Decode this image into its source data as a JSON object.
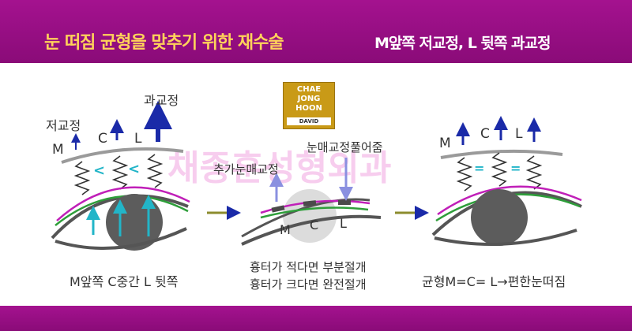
{
  "header": {
    "title": "눈 떠짐 균형을 맞추기 위한 재수술",
    "subtitle": "M앞쪽 저교정, L 뒷쪽 과교정"
  },
  "logo": {
    "line1": "CHAE",
    "line2": "JONG",
    "line3": "HOON",
    "line4": "DAVID"
  },
  "watermark": "채종훈성형외과",
  "panel1": {
    "label_under": "저교정",
    "label_over": "과교정",
    "m": "M",
    "c": "C",
    "l": "L",
    "less1": "<",
    "less2": "<",
    "caption": "M앞쪽 C중간 L 뒷쪽"
  },
  "panel2": {
    "label_add": "추가눈매교정",
    "label_release": "눈매교정풀어줌",
    "m": "M",
    "c": "C",
    "l": "L",
    "caption1": "흉터가 적다면 부분절개",
    "caption2": "흉터가 크다면 완전절개"
  },
  "panel3": {
    "m": "M",
    "c": "C",
    "l": "L",
    "eq1": "=",
    "eq2": "=",
    "caption": "균형M=C= L→편한눈떠짐"
  },
  "colors": {
    "header_bg": "#9a0f86",
    "title": "#ffd25a",
    "arrow_blue": "#1a2aa8",
    "cyan": "#22b5c8",
    "magenta": "#c01fb8",
    "green": "#2e9e3a",
    "gold": "#c99a17"
  }
}
